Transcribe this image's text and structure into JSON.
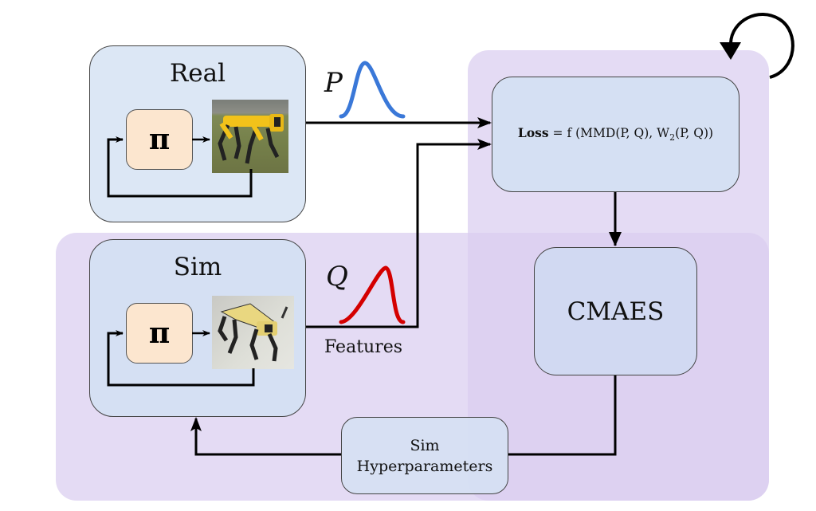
{
  "diagram": {
    "regions": {
      "optimizer_region_color": "#dacdf0",
      "sim_region_color": "#dacdf0"
    },
    "real_env": {
      "title": "Real",
      "policy_symbol": "π",
      "image_description": "yellow quadruped robot (Spot) standing on grass",
      "fill": "#dce7f5"
    },
    "sim_env": {
      "title": "Sim",
      "policy_symbol": "π",
      "image_description": "simulated yellow quadruped robot on tiled floor",
      "fill": "#d5e0f3"
    },
    "distributions": {
      "real": {
        "label": "P",
        "color": "#3a78d8"
      },
      "sim": {
        "label": "Q",
        "color": "#d40000"
      }
    },
    "features_label": "Features",
    "loss_box": {
      "bold": "Loss",
      "equation": " = f (MMD(P, Q), W",
      "subscript": "2",
      "equation_tail": "(P, Q))"
    },
    "optimizer_box": {
      "label": "CMAES"
    },
    "hyperparams_box": {
      "line1": "Sim",
      "line2": "Hyperparameters"
    },
    "loop_icon": "circular-arrow-icon"
  }
}
